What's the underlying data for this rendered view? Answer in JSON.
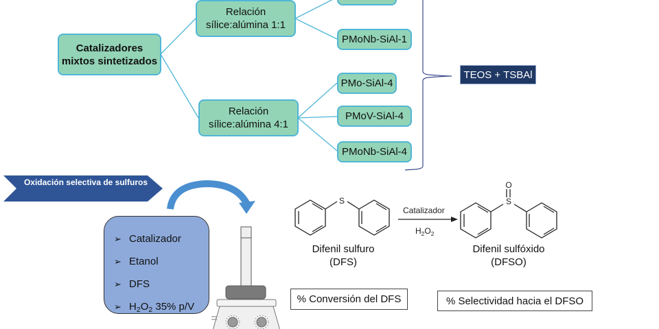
{
  "tree": {
    "root": "Catalizadores mixtos sintetizados",
    "branches": [
      {
        "label_line1": "Relación",
        "label_line2": "sílice:alúmina 1:1",
        "leaves": [
          "",
          "PMoNb-SiAl-1"
        ]
      },
      {
        "label_line1": "Relación",
        "label_line2": "sílice:alúmina 4:1",
        "leaves": [
          "PMo-SiAl-4",
          "PMoV-SiAl-4",
          "PMoNb-SiAl-4"
        ]
      }
    ],
    "precursors": "TEOS + TSBAl"
  },
  "process": {
    "banner": "Oxidación selectiva de sulfuros",
    "bullet_icon": "➢",
    "reagents": [
      "Catalizador",
      "Etanol",
      "DFS"
    ],
    "reagent_h2o2": {
      "prefix": "H",
      "sub1": "2",
      "mid": "O",
      "sub2": "2",
      "suffix": " 35% p/V"
    }
  },
  "reaction": {
    "reactant_name": "Difenil sulfuro",
    "reactant_abbr": "(DFS)",
    "product_name": "Difenil sulfóxido",
    "product_abbr": "(DFSO)",
    "arrow_top": "Catalizador",
    "arrow_bottom": {
      "main": "H",
      "sub1": "2",
      "mid": "O",
      "sub2": "2"
    },
    "atom_s": "S",
    "atom_o": "O"
  },
  "metrics": {
    "conversion": "% Conversión del DFS",
    "selectivity": "% Selectividad hacia el DFSO"
  },
  "colors": {
    "node_fill": "#93d4b6",
    "node_border": "#4fb6d6",
    "link": "#4fb6d6",
    "precursor_fill": "#1f3864",
    "banner_fill": "#2f5597",
    "reagent_fill": "#8eaadb",
    "curved_arrow": "#4a8fd0"
  }
}
